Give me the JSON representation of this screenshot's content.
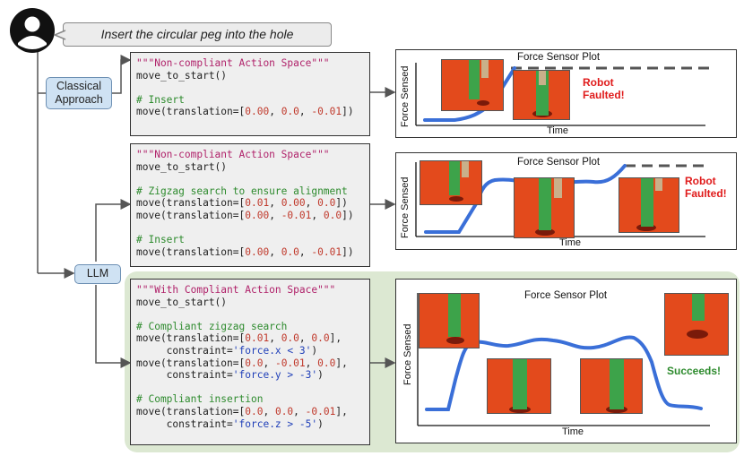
{
  "user_instruction": "Insert the circular peg into the hole",
  "labels": {
    "classical": "Classical\nApproach",
    "llm": "LLM"
  },
  "code1": {
    "lines": [
      [
        {
          "t": "\"\"\"Non-compliant Action Space\"\"\"",
          "c": "str"
        }
      ],
      [
        {
          "t": "move_to_start()",
          "c": ""
        }
      ],
      [
        {
          "t": "",
          "c": ""
        }
      ],
      [
        {
          "t": "# Insert",
          "c": "cmt"
        }
      ],
      [
        {
          "t": "move(translation=[",
          "c": ""
        },
        {
          "t": "0.00",
          "c": "num"
        },
        {
          "t": ", ",
          "c": ""
        },
        {
          "t": "0.0",
          "c": "num"
        },
        {
          "t": ", ",
          "c": ""
        },
        {
          "t": "-0.01",
          "c": "num"
        },
        {
          "t": "])",
          "c": ""
        }
      ]
    ]
  },
  "code2": {
    "lines": [
      [
        {
          "t": "\"\"\"Non-compliant Action Space\"\"\"",
          "c": "str"
        }
      ],
      [
        {
          "t": "move_to_start()",
          "c": ""
        }
      ],
      [
        {
          "t": "",
          "c": ""
        }
      ],
      [
        {
          "t": "# Zigzag search to ensure alignment",
          "c": "cmt"
        }
      ],
      [
        {
          "t": "move(translation=[",
          "c": ""
        },
        {
          "t": "0.01",
          "c": "num"
        },
        {
          "t": ", ",
          "c": ""
        },
        {
          "t": "0.00",
          "c": "num"
        },
        {
          "t": ", ",
          "c": ""
        },
        {
          "t": "0.0",
          "c": "num"
        },
        {
          "t": "])",
          "c": ""
        }
      ],
      [
        {
          "t": "move(translation=[",
          "c": ""
        },
        {
          "t": "0.00",
          "c": "num"
        },
        {
          "t": ", ",
          "c": ""
        },
        {
          "t": "-0.01",
          "c": "num"
        },
        {
          "t": ", ",
          "c": ""
        },
        {
          "t": "0.0",
          "c": "num"
        },
        {
          "t": "])",
          "c": ""
        }
      ],
      [
        {
          "t": "",
          "c": ""
        }
      ],
      [
        {
          "t": "# Insert",
          "c": "cmt"
        }
      ],
      [
        {
          "t": "move(translation=[",
          "c": ""
        },
        {
          "t": "0.00",
          "c": "num"
        },
        {
          "t": ", ",
          "c": ""
        },
        {
          "t": "0.0",
          "c": "num"
        },
        {
          "t": ", ",
          "c": ""
        },
        {
          "t": "-0.01",
          "c": "num"
        },
        {
          "t": "])",
          "c": ""
        }
      ]
    ]
  },
  "code3": {
    "lines": [
      [
        {
          "t": "\"\"\"With Compliant Action Space\"\"\"",
          "c": "str"
        }
      ],
      [
        {
          "t": "move_to_start()",
          "c": ""
        }
      ],
      [
        {
          "t": "",
          "c": ""
        }
      ],
      [
        {
          "t": "# Compliant zigzag search",
          "c": "cmt"
        }
      ],
      [
        {
          "t": "move(translation=[",
          "c": ""
        },
        {
          "t": "0.01",
          "c": "num"
        },
        {
          "t": ", ",
          "c": ""
        },
        {
          "t": "0.0",
          "c": "num"
        },
        {
          "t": ", ",
          "c": ""
        },
        {
          "t": "0.0",
          "c": "num"
        },
        {
          "t": "],",
          "c": ""
        }
      ],
      [
        {
          "t": "     constraint=",
          "c": ""
        },
        {
          "t": "'force.x < 3'",
          "c": "blue"
        },
        {
          "t": ")",
          "c": ""
        }
      ],
      [
        {
          "t": "move(translation=[",
          "c": ""
        },
        {
          "t": "0.0",
          "c": "num"
        },
        {
          "t": ", ",
          "c": ""
        },
        {
          "t": "-0.01",
          "c": "num"
        },
        {
          "t": ", ",
          "c": ""
        },
        {
          "t": "0.0",
          "c": "num"
        },
        {
          "t": "],",
          "c": ""
        }
      ],
      [
        {
          "t": "     constraint=",
          "c": ""
        },
        {
          "t": "'force.y > -3'",
          "c": "blue"
        },
        {
          "t": ")",
          "c": ""
        }
      ],
      [
        {
          "t": "",
          "c": ""
        }
      ],
      [
        {
          "t": "# Compliant insertion",
          "c": "cmt"
        }
      ],
      [
        {
          "t": "move(translation=[",
          "c": ""
        },
        {
          "t": "0.0",
          "c": "num"
        },
        {
          "t": ", ",
          "c": ""
        },
        {
          "t": "0.0",
          "c": "num"
        },
        {
          "t": ", ",
          "c": ""
        },
        {
          "t": "-0.01",
          "c": "num"
        },
        {
          "t": "],",
          "c": ""
        }
      ],
      [
        {
          "t": "     constraint=",
          "c": ""
        },
        {
          "t": "'force.z > -5'",
          "c": "blue"
        },
        {
          "t": ")",
          "c": ""
        }
      ]
    ]
  },
  "plots": {
    "p1": {
      "title": "Force Sensor Plot",
      "xlabel": "Time",
      "ylabel": "Force Sensed",
      "status": "Robot\nFaulted!"
    },
    "p2": {
      "title": "Force Sensor Plot",
      "xlabel": "Time",
      "ylabel": "Force Sensed",
      "status": "Robot\nFaulted!"
    },
    "p3": {
      "title": "Force Sensor Plot",
      "xlabel": "Time",
      "ylabel": "Force Sensed",
      "status": "Succeeds!"
    }
  },
  "colors": {
    "force_line": "#3a6fd8",
    "limit_line": "#555555",
    "faulted": "#e01b1b",
    "success": "#2e8b2e",
    "llm_box": "#cfe2f3",
    "green_panel": "#dce8d2"
  },
  "icons": {
    "user": "user-avatar-icon"
  }
}
